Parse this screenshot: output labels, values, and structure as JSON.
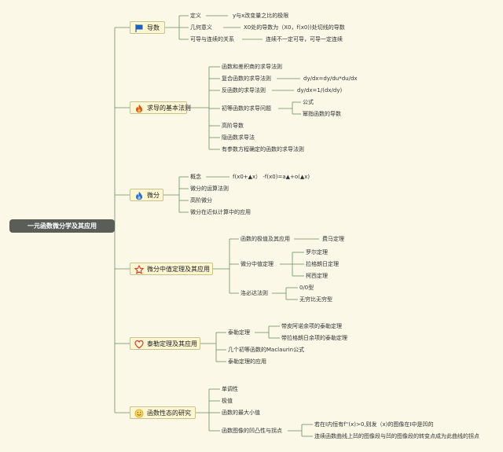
{
  "root": {
    "label": "一元函数微分学及其应用"
  },
  "branches": [
    {
      "label": "导数",
      "icon": "flag-icon",
      "children": [
        {
          "label": "定义",
          "note": "y与x改变量之比的极限"
        },
        {
          "label": "几何意义",
          "note": "X0处的导数为（X0，f(x0))处切线的导数"
        },
        {
          "label": "可导与连续的关系",
          "note": "连续不一定可导，可导一定连续"
        }
      ]
    },
    {
      "label": "求导的基本法则",
      "icon": "fire-icon",
      "children": [
        {
          "label": "函数和差积商的求导法则"
        },
        {
          "label": "复合函数的求导法则",
          "note": "dy/dx=dy/du*du/dx"
        },
        {
          "label": "反函数的求导法则",
          "note": "dy/dx=1/(dx/dy)"
        },
        {
          "label": "初等函数的求导问题",
          "children": [
            "公式",
            "幂指函数的导数"
          ]
        },
        {
          "label": "高阶导数"
        },
        {
          "label": "隐函数求导法"
        },
        {
          "label": "有参数方程确定的函数的求导法则"
        }
      ]
    },
    {
      "label": "微分",
      "icon": "flame-icon",
      "children": [
        {
          "label": "概念",
          "note": "f(x0+▲x） -f(x0)=a▲+o(▲x)"
        },
        {
          "label": "微分的运算法则"
        },
        {
          "label": "高阶微分"
        },
        {
          "label": "微分在近似计算中的应用"
        }
      ]
    },
    {
      "label": "微分中值定理及其应用",
      "icon": "star-icon",
      "children": [
        {
          "label": "函数的极值及其应用",
          "note": "费马定理"
        },
        {
          "label": "微分中值定理",
          "children": [
            "罗尔定理",
            "拉格朗日定理",
            "柯西定理"
          ]
        },
        {
          "label": "洛必达法则",
          "children": [
            "0/0型",
            "无穷比无穷型"
          ]
        }
      ]
    },
    {
      "label": "泰勒定理及其应用",
      "icon": "heart-icon",
      "children": [
        {
          "label": "泰勒定理",
          "children": [
            "带皮阿诺余项的泰勒定理",
            "带拉格朗日余项的泰勒定理"
          ]
        },
        {
          "label": "几个初等函数的Maclaurin公式"
        },
        {
          "label": "泰勒定理的应用"
        }
      ]
    },
    {
      "label": "函数性态的研究",
      "icon": "smiley-icon",
      "children": [
        {
          "label": "单调性"
        },
        {
          "label": "极值"
        },
        {
          "label": "函数的最大小值"
        },
        {
          "label": "函数图像的凹凸性与拐点",
          "children": [
            "若在I内恒有f''(x)>0,则发（x)的图像在I中是凹的",
            "连续函数曲线上凹的图像段与凹的图像段的转变点成为此曲线的拐点"
          ]
        }
      ]
    }
  ],
  "colors": {
    "background": "#fbf8e8",
    "root_fill": "#5a5e57",
    "branch_fill": "#fef7d2",
    "branch_border": "#c9c28d",
    "line": "#6b8f5e",
    "flag": "#1f5fbf",
    "fire": "#e2541b",
    "flame": "#2a6fd6",
    "star": "#d93b2b",
    "heart": "#d93b2b",
    "smiley": "#e0a81c"
  }
}
